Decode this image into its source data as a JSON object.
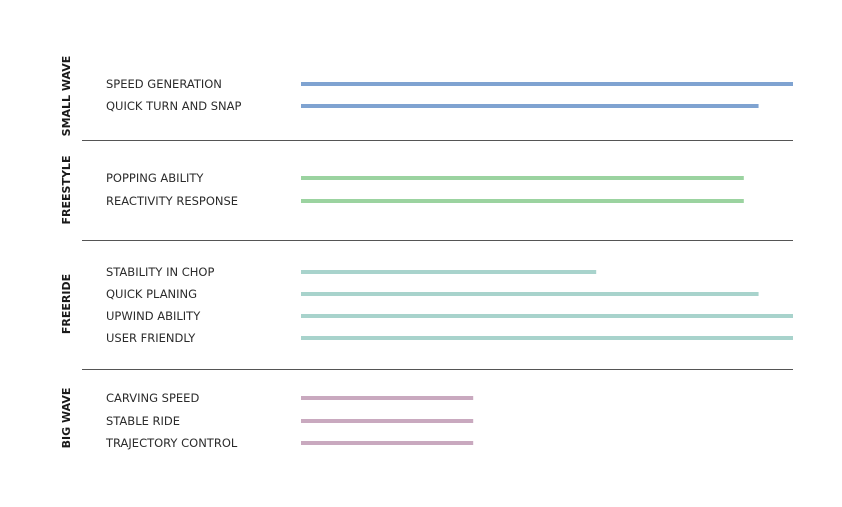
{
  "chart_data": {
    "type": "bar",
    "orientation": "horizontal",
    "xlim": [
      0,
      100
    ],
    "groups": [
      {
        "name": "SMALL WAVE",
        "color": "#7fa3d1",
        "items": [
          {
            "label": "SPEED GENERATION",
            "value": 100
          },
          {
            "label": "QUICK TURN AND SNAP",
            "value": 93
          }
        ]
      },
      {
        "name": "FREESTYLE",
        "color": "#9bd3a0",
        "items": [
          {
            "label": "POPPING ABILITY",
            "value": 90
          },
          {
            "label": "REACTIVITY RESPONSE",
            "value": 90
          }
        ]
      },
      {
        "name": "FREERIDE",
        "color": "#a8d3cc",
        "items": [
          {
            "label": "STABILITY IN CHOP",
            "value": 60
          },
          {
            "label": "QUICK PLANING",
            "value": 93
          },
          {
            "label": "UPWIND ABILITY",
            "value": 100
          },
          {
            "label": "USER FRIENDLY",
            "value": 100
          }
        ]
      },
      {
        "name": "BIG WAVE",
        "color": "#c9a9bf",
        "items": [
          {
            "label": "CARVING SPEED",
            "value": 35
          },
          {
            "label": "STABLE RIDE",
            "value": 35
          },
          {
            "label": "TRAJECTORY CONTROL",
            "value": 35
          }
        ]
      }
    ]
  }
}
